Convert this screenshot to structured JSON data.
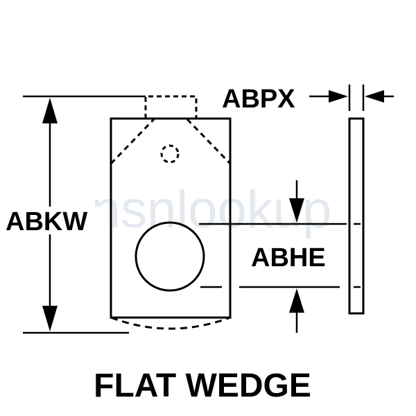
{
  "dimensions": {
    "height": "ABKW",
    "thickness": "ABPX",
    "hole_offset": "ABHE"
  },
  "caption": "FLAT WEDGE",
  "watermark": "nsnlookup",
  "colors": {
    "ink": "#000000",
    "background": "#ffffff",
    "watermark": "#9fb3c8"
  }
}
